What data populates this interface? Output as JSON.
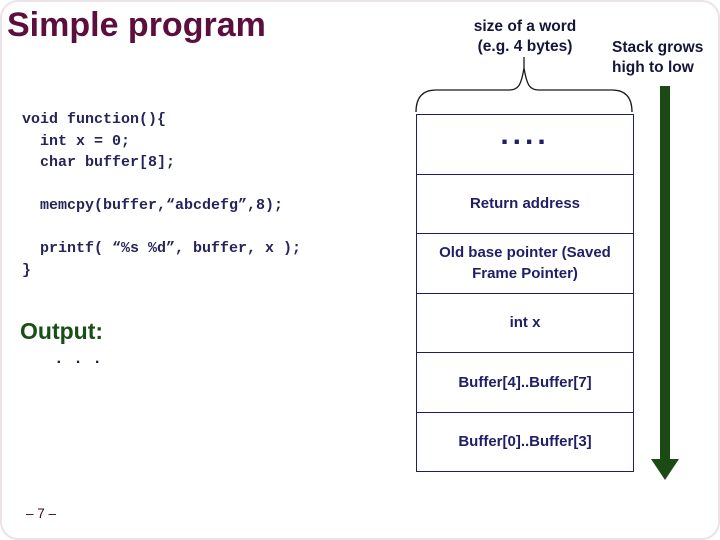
{
  "slide": {
    "title": "Simple program",
    "page_number": "– 7 –"
  },
  "code": {
    "text": "void function(){\n  int x = 0;\n  char buffer[8];\n\n  memcpy(buffer,“abcdefg”,8);\n\n  printf( “%s %d”, buffer, x );\n}"
  },
  "output": {
    "label": "Output:",
    "value": ". . ."
  },
  "annotations": {
    "word_size_line1": "size of a word",
    "word_size_line2": "(e.g. 4 bytes)",
    "stack_direction_line1": "Stack grows",
    "stack_direction_line2": "high to low"
  },
  "stack_table": {
    "rows": [
      "....",
      "Return address",
      "Old base pointer (Saved Frame Pointer)",
      "int x",
      "Buffer[4]..Buffer[7]",
      "Buffer[0]..Buffer[3]"
    ]
  },
  "colors": {
    "title_maroon": "#5c0e3c",
    "code_navy": "#262459",
    "table_navy": "#1f1e66",
    "output_green": "#174f17",
    "arrow_green": "#1b4a15",
    "annotation_dark": "#15153a"
  }
}
